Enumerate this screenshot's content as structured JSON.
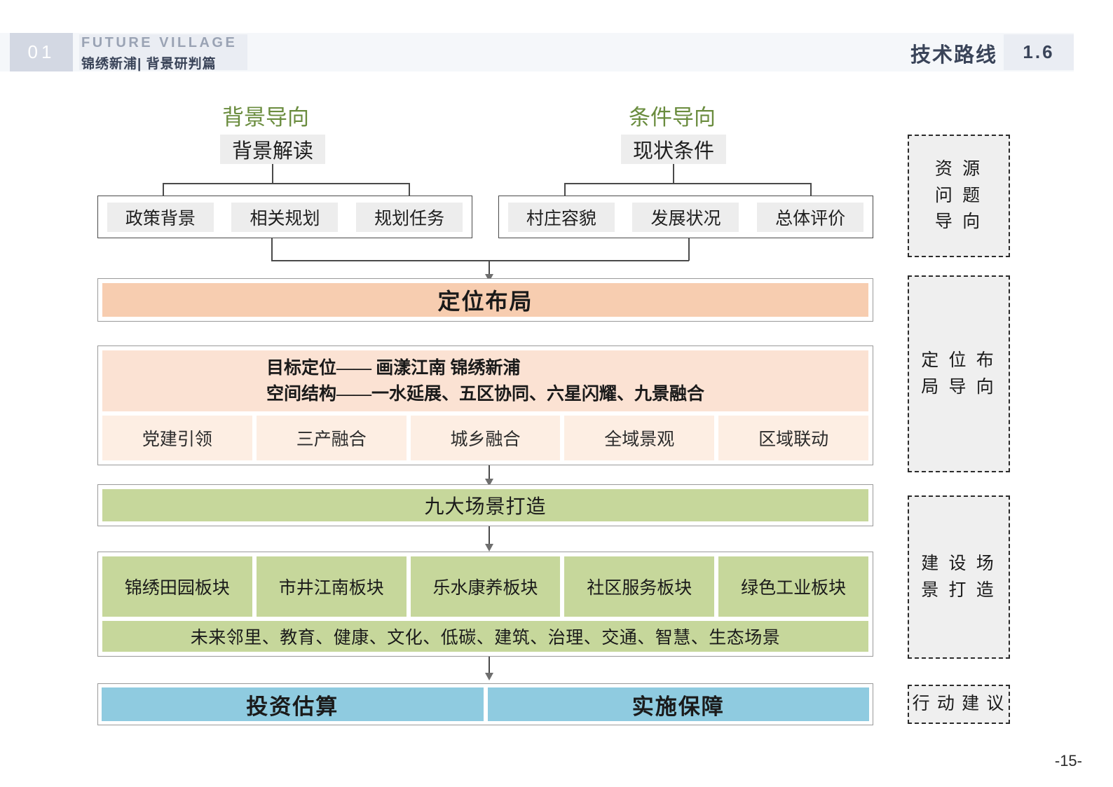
{
  "header": {
    "section_number": "01",
    "brand_en": "FUTURE VILLAGE",
    "brand_cn": "锦绣新浦| 背景研判篇",
    "title": "技术路线",
    "slide_ref": "1.6"
  },
  "diagram": {
    "orientations": [
      {
        "label": "背景导向"
      },
      {
        "label": "条件导向"
      }
    ],
    "headers": [
      {
        "label": "背景解读"
      },
      {
        "label": "现状条件"
      }
    ],
    "groups": [
      {
        "items": [
          "政策背景",
          "相关规划",
          "规划任务"
        ]
      },
      {
        "items": [
          "村庄容貌",
          "发展状况",
          "总体评价"
        ]
      }
    ],
    "positioning_band": {
      "label": "定位布局"
    },
    "positioning_detail": {
      "line1": "目标定位——  画漾江南   锦绣新浦",
      "line2": "空间结构——一水延展、五区协同、六星闪耀、九景融合"
    },
    "strategy_chips": [
      "党建引领",
      "三产融合",
      "城乡融合",
      "全域景观",
      "区域联动"
    ],
    "scenes_band": {
      "label": "九大场景打造"
    },
    "sectors": [
      "锦绣田园板块",
      "市井江南板块",
      "乐水康养板块",
      "社区服务板块",
      "绿色工业板块"
    ],
    "scenes_strip": "未来邻里、教育、健康、文化、低碳、建筑、治理、交通、智慧、生态场景",
    "bottom": [
      "投资估算",
      "实施保障"
    ]
  },
  "rail": [
    {
      "lines": [
        "资 源",
        "问 题",
        "导 向"
      ]
    },
    {
      "lines": [
        "定 位 布",
        "局 导 向"
      ]
    },
    {
      "lines": [
        "建 设 场",
        "景 打 造"
      ]
    },
    {
      "lines": [
        "行 动 建 议"
      ]
    }
  ],
  "footer": {
    "page": "-15-"
  },
  "colors": {
    "accent_green": "#6a8c3e",
    "band_orange": "#f7cdb0",
    "band_orange_light": "#fbe2d3",
    "chip_orange_pale": "#fdeee3",
    "band_green": "#c6d79b",
    "band_blue": "#8fcbe0",
    "header_navy": "#3a4459",
    "chip_grey": "#ededed"
  }
}
